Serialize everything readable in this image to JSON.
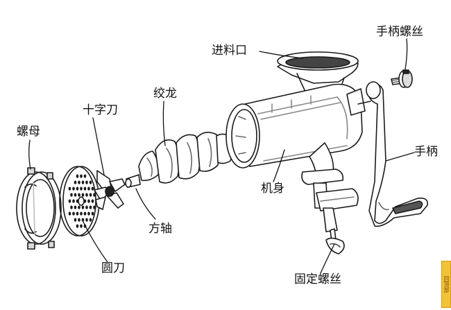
{
  "labels": {
    "nut": "螺母",
    "cross_blade": "十字刀",
    "auger": "绞龙",
    "hopper": "进料口",
    "handle_screw": "手柄螺丝",
    "handle": "手柄",
    "body": "机身",
    "shaft": "方轴",
    "round_plate": "圆刀",
    "clamp_screw": "固定螺丝"
  },
  "watermark": "回顶部"
}
